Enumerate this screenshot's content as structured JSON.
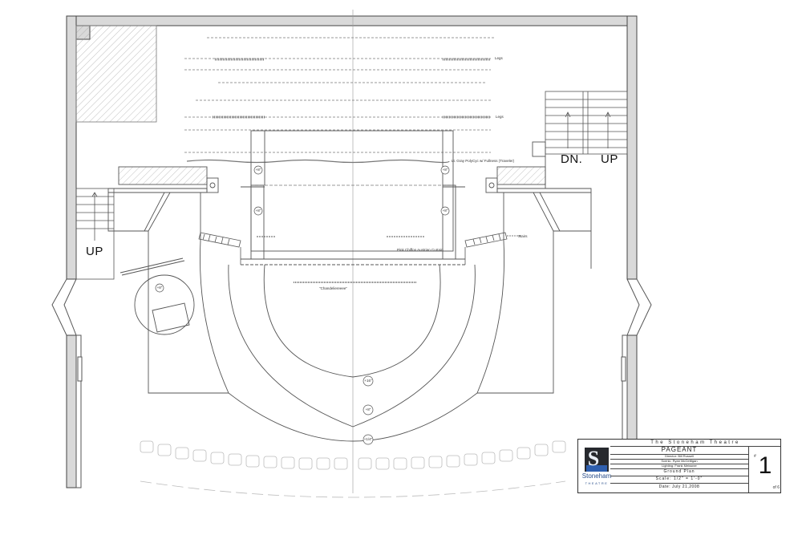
{
  "labels": {
    "up_left": "UP",
    "dn_right": "DN.",
    "up_right": "UP"
  },
  "annotations": {
    "legs_1": "Legs",
    "legs_2": "Legs",
    "traveler": "Lt. Gray PolyCyc w/ Fullness (Traveler)",
    "curtain": "Pink Chiffon Austrian Curtain",
    "chandelier": "\"Chandeliereeee\"",
    "stairs": "Stairs"
  },
  "elevations": {
    "e1": "+8\"",
    "e2": "+8\"",
    "e3": "+8\"",
    "e4": "+8\"",
    "e5": "+8\"",
    "e6": "+16\"",
    "e7": "+8\"",
    "e8": "+1/4\""
  },
  "titleblock": {
    "theatre": "The Stoneham Theatre",
    "logo_letter": "S",
    "logo_name": "Stoneham",
    "logo_sub": "THEATRE",
    "title": "PAGEANT",
    "director": "Director: Bill Russell",
    "scenic": "Scenic: Ryan McGettigan",
    "lighting": "Lighting: Frank Meissner",
    "sheet": "Ground Plan",
    "scale": "Scale: 1/2\" = 1'-0\"",
    "date": "Date: July 21,2008",
    "sheet_hash": "#",
    "sheet_number": "1",
    "sheet_of": "of 6"
  },
  "colors": {
    "wall_fill": "#d9d9d9",
    "line": "#555555",
    "logo_bg": "#27292e",
    "logo_blue": "#2f5fae"
  }
}
